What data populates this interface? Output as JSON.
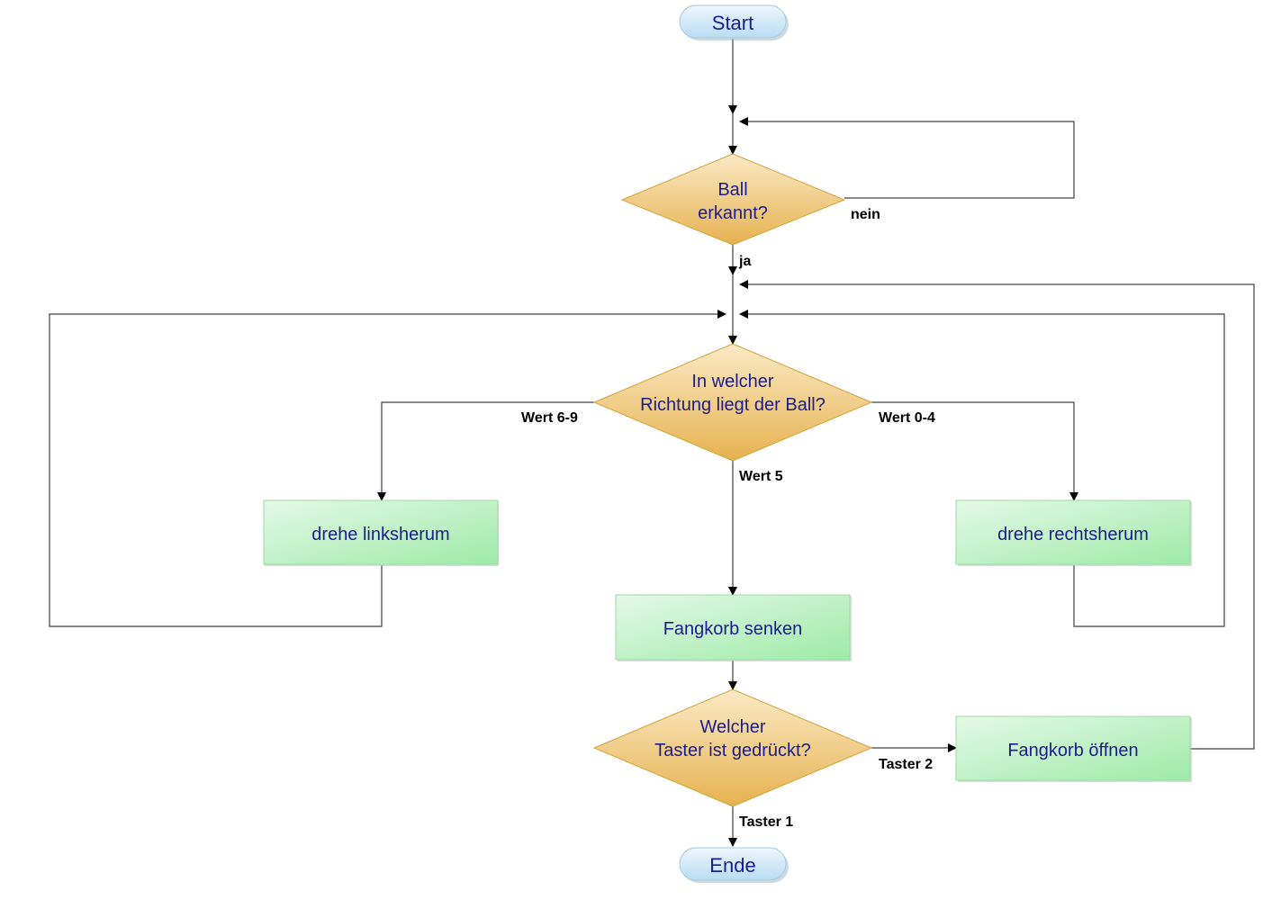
{
  "nodes": {
    "start": "Start",
    "ball_question_1": "Ball",
    "ball_question_2": "erkannt?",
    "direction_question_1": "In welcher",
    "direction_question_2": "Richtung liegt der Ball?",
    "turn_left": "drehe linksherum",
    "turn_right": "drehe rechtsherum",
    "lower_basket": "Fangkorb senken",
    "button_question_1": "Welcher",
    "button_question_2": "Taster ist gedrückt?",
    "open_basket": "Fangkorb öffnen",
    "end": "Ende"
  },
  "edge_labels": {
    "no": "nein",
    "yes": "ja",
    "value_6_9": "Wert 6-9",
    "value_0_4": "Wert 0-4",
    "value_5": "Wert 5",
    "button_2": "Taster 2",
    "button_1": "Taster 1"
  },
  "colors": {
    "terminal_fill": "#cfe6f5",
    "decision_fill": "#f1c96e",
    "process_fill": "#c8f2cf",
    "text": "#1c1c8c"
  }
}
